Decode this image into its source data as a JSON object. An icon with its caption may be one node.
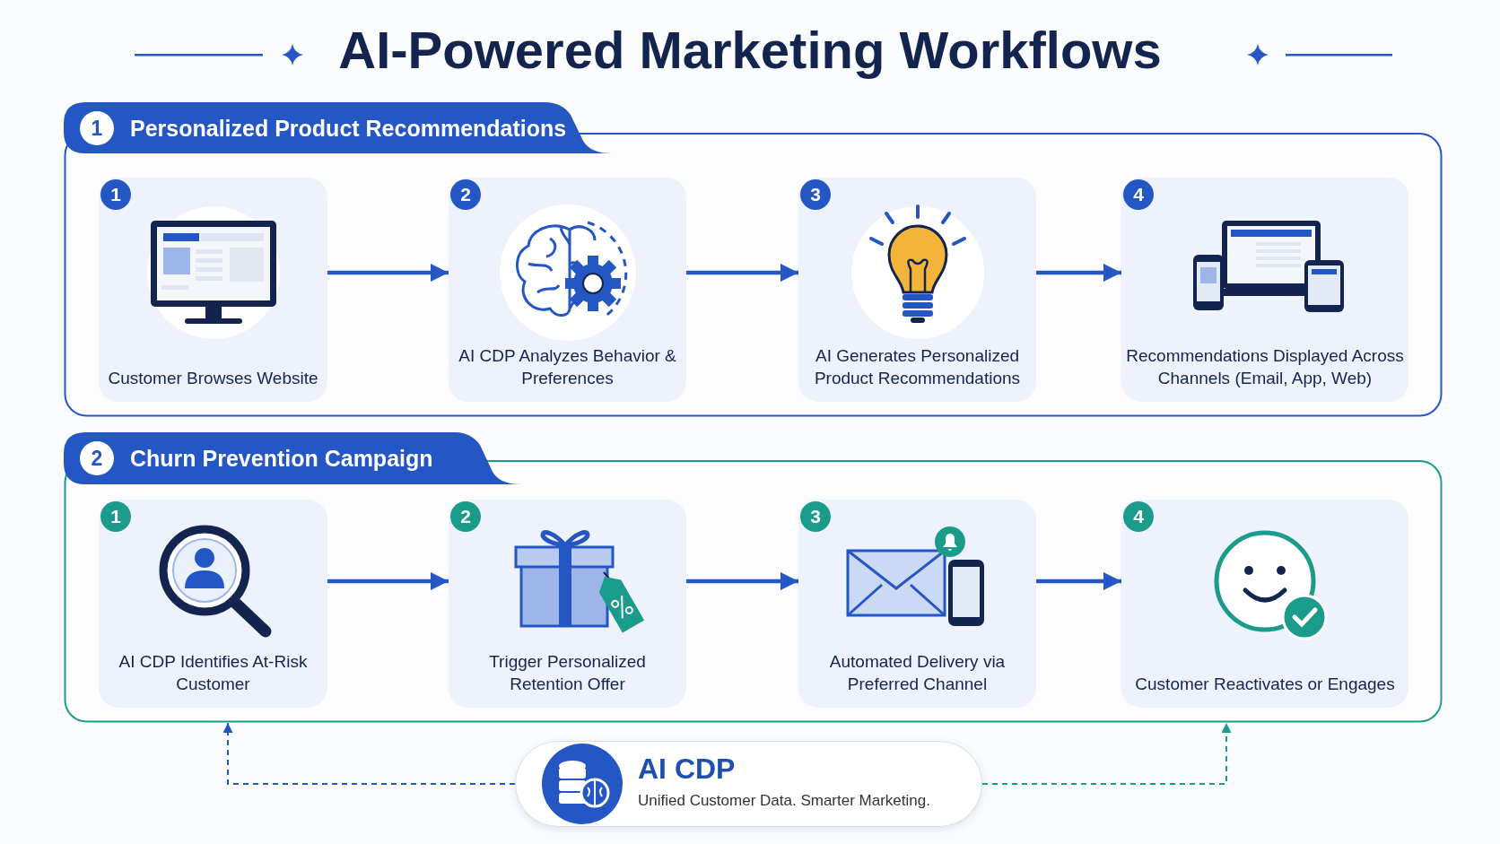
{
  "diagram": {
    "title": "AI-Powered Marketing Workflows",
    "nodes": [
      {
        "text": [
          "1",
          "Personalized Product Recommendations"
        ]
      },
      {
        "text": [
          "1",
          "Customer Browses Website"
        ],
        "in": 0
      },
      {
        "text": [
          "2",
          "AI CDP Analyzes Behavior & Preferences"
        ],
        "in": 0
      },
      {
        "text": [
          "3",
          "AI Generates Personalized Product Recommendations"
        ],
        "in": 0
      },
      {
        "text": [
          "4",
          "Recommendations Displayed Across Channels (Email, App, Web)"
        ],
        "in": 0
      },
      {
        "text": [
          "2",
          "Churn Prevention Campaign"
        ]
      },
      {
        "text": [
          "1",
          "AI CDP Identifies At-Risk Customer"
        ],
        "in": 5
      },
      {
        "text": [
          "2",
          "Trigger Personalized Retention Offer"
        ],
        "in": 5
      },
      {
        "text": [
          "3",
          "Automated Delivery via Preferred Channel"
        ],
        "in": 5
      },
      {
        "text": [
          "4",
          "Customer Reactivates or Engages"
        ],
        "in": 5
      },
      {
        "text": [
          "AI CDP",
          "Unified Customer Data. Smarter Marketing."
        ]
      }
    ],
    "edges": [
      {
        "from": 1,
        "to": 2,
        "arrow": "to"
      },
      {
        "from": 2,
        "to": 3,
        "arrow": "to"
      },
      {
        "from": 3,
        "to": 4,
        "arrow": "to"
      },
      {
        "from": 6,
        "to": 7,
        "arrow": "to"
      },
      {
        "from": 7,
        "to": 8,
        "arrow": "to"
      },
      {
        "from": 8,
        "to": 9,
        "arrow": "to"
      },
      {
        "from": 10,
        "to": 5,
        "arrow": "to",
        "style": "dashed"
      },
      {
        "from": 10,
        "to": 5,
        "arrow": "to",
        "style": "dashed",
        "color": "#1a9b8c"
      }
    ]
  }
}
